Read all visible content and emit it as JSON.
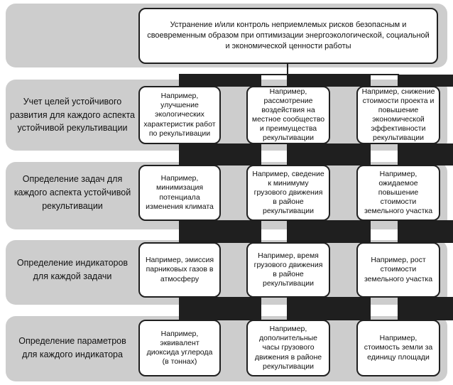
{
  "diagram": {
    "root": "Устранение и/или контроль неприемлемых рисков безопасным и своевременным образом при оптимизации энергоэкологической, социальной и экономической ценности работы",
    "rows": [
      {
        "label": "Учет целей устойчивого развития для каждого аспекта устойчивой рекультивации",
        "boxes": [
          "Например, улучшение экологических характеристик работ по рекультивации",
          "Например, рассмотрение воздействия на местное сообщество и преимущества рекультивации",
          "Например, снижение стоимости проекта и повышение экономической эффективности рекультивации"
        ]
      },
      {
        "label": "Определение задач для каждого аспекта устойчивой рекультивации",
        "boxes": [
          "Например, минимизация потенциала изменения климата",
          "Например, сведение к минимуму грузового движения в районе рекультивации",
          "Например, ожидаемое повышение стоимости земельного участка"
        ]
      },
      {
        "label": "Определение индикаторов для каждой задачи",
        "boxes": [
          "Например, эмиссия парниковых газов в атмосферу",
          "Например, время грузового движения в районе рекультивации",
          "Например, рост стоимости земельного участка"
        ]
      },
      {
        "label": "Определение параметров для каждого индикатора",
        "boxes": [
          "Например, эквивалент диоксида углерода (в тоннах)",
          "Например, дополнительные часы грузового движения в районе рекультивации",
          "Например, стоимость земли за единицу площади"
        ]
      }
    ]
  },
  "colors": {
    "band": "#cdcdcd",
    "line": "#1f1f1f",
    "box-border": "#1f1f1f",
    "box-bg": "#ffffff",
    "page-bg": "#ffffff",
    "text": "#111111"
  }
}
